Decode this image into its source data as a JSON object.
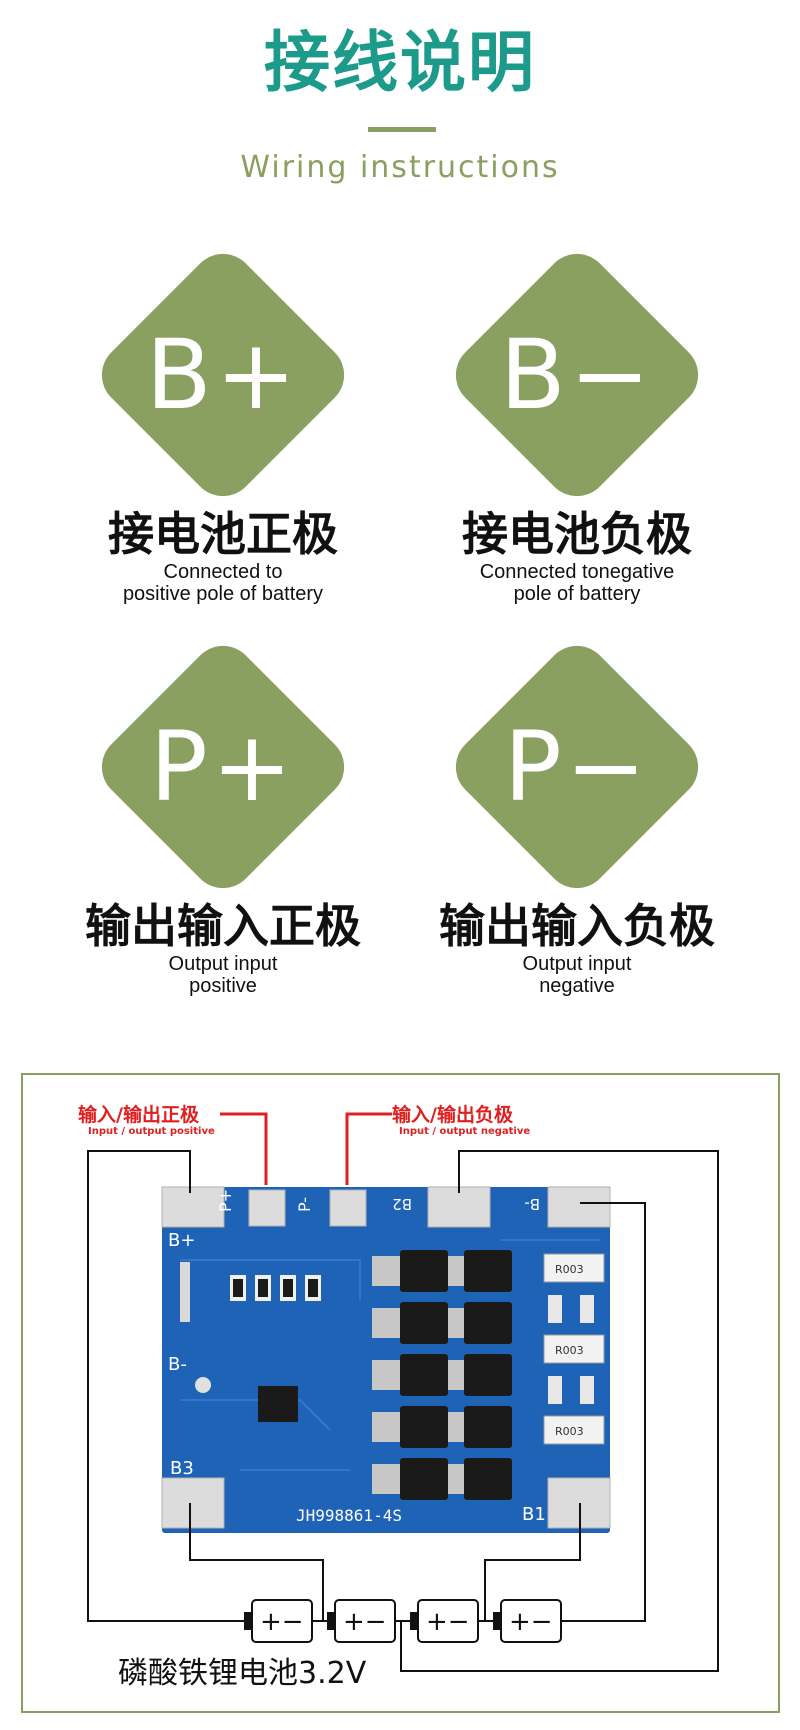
{
  "header": {
    "title": "接线说明",
    "subtitle": "Wiring instructions"
  },
  "cards": [
    {
      "symbol": "B+",
      "cn": "接电池正极",
      "en_line1": "Connected to",
      "en_line2": "positive pole of battery"
    },
    {
      "symbol": "B−",
      "cn": "接电池负极",
      "en_line1": "Connected tonegative",
      "en_line2": "pole of battery"
    },
    {
      "symbol": "P+",
      "cn": "输出输入正极",
      "en_line1": "Output input",
      "en_line2": "positive"
    },
    {
      "symbol": "P−",
      "cn": "输出输入负极",
      "en_line1": "Output input",
      "en_line2": "negative"
    }
  ],
  "diagram": {
    "pos_label_cn": "输入/输出正极",
    "pos_label_en": "Input / output positive",
    "neg_label_cn": "输入/输出负极",
    "neg_label_en": "Input / output negative",
    "pcb_model": "JH998861-4S",
    "pad_labels": [
      "P+",
      "P-",
      "B2",
      "B-",
      "B+",
      "B-",
      "B3",
      "B1"
    ],
    "resistor_labels": [
      "R003",
      "R003",
      "R003"
    ],
    "battery_label": "磷酸铁锂电池3.2V",
    "cell_sign": "+−"
  },
  "colors": {
    "title_teal": "#1c9a8a",
    "accent_green": "#8aa061",
    "pcb_blue": "#1f63b7",
    "label_red": "#e02020"
  }
}
